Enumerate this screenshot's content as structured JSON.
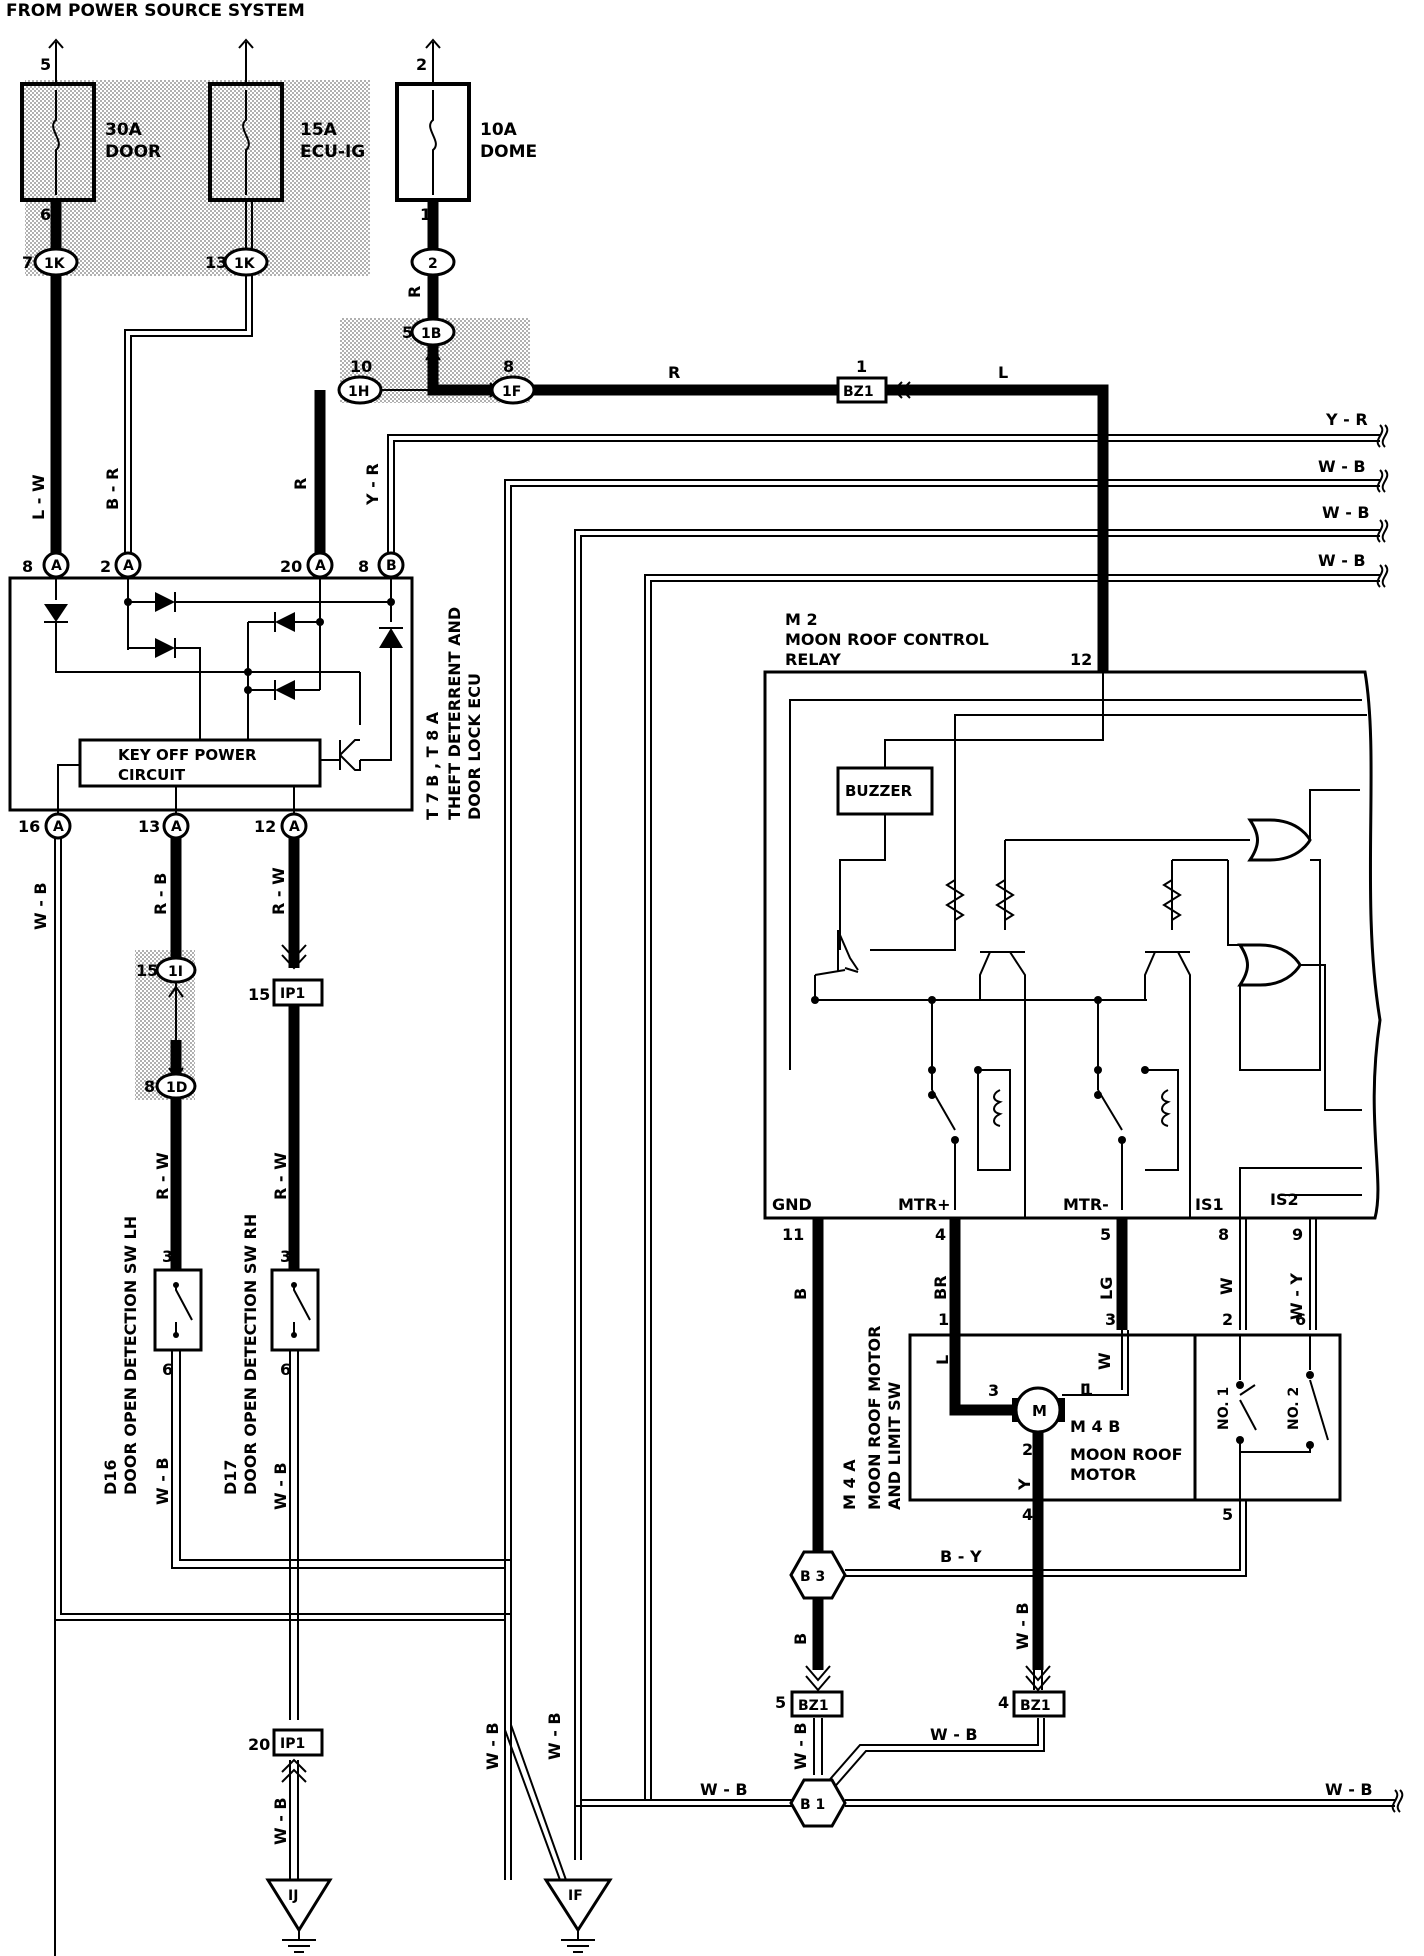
{
  "header": {
    "title": "FROM POWER SOURCE SYSTEM"
  },
  "fuses": [
    {
      "pin_in": "5",
      "rating": "30A",
      "name": "DOOR",
      "pin_out": "6"
    },
    {
      "pin_in": "",
      "rating": "15A",
      "name": "ECU-IG",
      "pin_out": ""
    },
    {
      "pin_in": "2",
      "rating": "10A",
      "name": "DOME",
      "pin_out": "1"
    }
  ],
  "connectors": {
    "c1": {
      "code": "1K",
      "pin": "7"
    },
    "c2": {
      "code": "1K",
      "pin": "13"
    },
    "c3": {
      "code": "2",
      "pin": ""
    },
    "c4": {
      "code": "1B",
      "pin": "5"
    },
    "c5": {
      "code": "1H",
      "pin": "10"
    },
    "c6": {
      "code": "1F",
      "pin": "8"
    },
    "c7": {
      "code": "BZ1",
      "pin": "1"
    },
    "c8": {
      "code": "1I",
      "pin": "15"
    },
    "c9": {
      "code": "1D",
      "pin": "8"
    },
    "c10": {
      "code": "IP1",
      "pin": "15"
    },
    "c11": {
      "code": "IP1",
      "pin": "20"
    },
    "c12": {
      "code": "BZ1",
      "pin": "5"
    },
    "c13": {
      "code": "BZ1",
      "pin": "4"
    },
    "b3": "B 3",
    "b1": "B 1"
  },
  "wires": {
    "lw": "L - W",
    "br": "B - R",
    "r1": "R",
    "yr": "Y - R",
    "r2": "R",
    "r3": "R",
    "l": "L",
    "wb1": "W - B",
    "rb": "R - B",
    "rw1": "R - W",
    "rw2": "R - W",
    "rw3": "R - W",
    "wb2": "W - B",
    "wb3": "W - B",
    "wb4": "W - B",
    "wb5": "W - B",
    "wb6": "W - B",
    "b1": "B",
    "brw": "BR",
    "lg": "LG",
    "w1": "W",
    "wy": "W - Y",
    "by": "B - Y",
    "b2": "B",
    "wb7": "W - B",
    "wb8": "W - B",
    "wb9": "W - B",
    "wb10": "W - B",
    "wb11": "W - B",
    "l2": "L",
    "w2": "W",
    "y": "Y",
    "i": "I",
    "rt_yr": "Y - R",
    "rt_wb1": "W - B",
    "rt_wb2": "W - B",
    "rt_wb3": "W - B"
  },
  "ecu": {
    "pins_top": [
      {
        "num": "8",
        "conn": "A"
      },
      {
        "num": "2",
        "conn": "A"
      },
      {
        "num": "20",
        "conn": "A"
      },
      {
        "num": "8",
        "conn": "B"
      }
    ],
    "pins_bottom": [
      {
        "num": "16",
        "conn": "A"
      },
      {
        "num": "13",
        "conn": "A"
      },
      {
        "num": "12",
        "conn": "A"
      }
    ],
    "key_off_line1": "KEY OFF POWER",
    "key_off_line2": "CIRCUIT",
    "label_code": "T 7 B , T 8 A",
    "label_line1": "THEFT DETERRENT AND",
    "label_line2": "DOOR LOCK ECU"
  },
  "relay": {
    "code": "M 2",
    "name_line1": "MOON ROOF CONTROL",
    "name_line2": "RELAY",
    "pin_top": "12",
    "buzzer": "BUZZER",
    "terminals": [
      "GND",
      "MTR+",
      "MTR-",
      "IS1",
      "IS2"
    ],
    "pins": [
      "11",
      "4",
      "5",
      "8",
      "9"
    ]
  },
  "switches": {
    "lh": {
      "code": "D16",
      "name": "DOOR OPEN DETECTION SW LH",
      "pin_top": "3",
      "pin_bottom": "6"
    },
    "rh": {
      "code": "D17",
      "name": "DOOR OPEN DETECTION SW RH",
      "pin_top": "3",
      "pin_bottom": "6"
    }
  },
  "motor": {
    "code_a": "M 4 A",
    "name_a_line1": "MOON ROOF MOTOR",
    "name_a_line2": "AND LIMIT SW",
    "code_b": "M 4 B",
    "name_b_line1": "MOON ROOF",
    "name_b_line2": "MOTOR",
    "m": "M",
    "sw1": "NO. 1",
    "sw2": "NO. 2",
    "pins": [
      "1",
      "3",
      "2",
      "6",
      "4",
      "5",
      "3",
      "1",
      "2"
    ]
  },
  "grounds": [
    "IJ",
    "IF"
  ]
}
